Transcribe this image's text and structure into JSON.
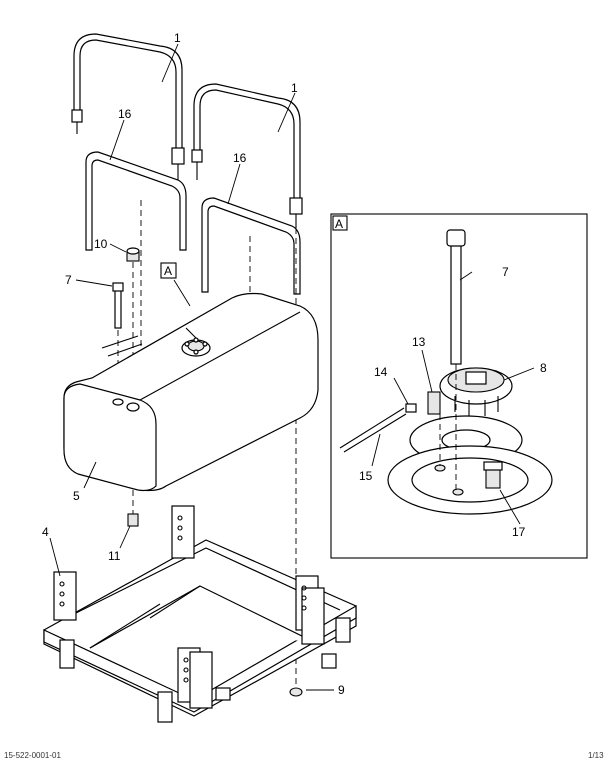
{
  "callouts": [
    {
      "id": "c1a",
      "text": "1"
    },
    {
      "id": "c1b",
      "text": "1"
    },
    {
      "id": "c16a",
      "text": "16"
    },
    {
      "id": "c16b",
      "text": "16"
    },
    {
      "id": "c10",
      "text": "10"
    },
    {
      "id": "c7",
      "text": "7"
    },
    {
      "id": "c5",
      "text": "5"
    },
    {
      "id": "c4",
      "text": "4"
    },
    {
      "id": "c11",
      "text": "11"
    },
    {
      "id": "c9",
      "text": "9"
    },
    {
      "id": "d7",
      "text": "7"
    },
    {
      "id": "d13",
      "text": "13"
    },
    {
      "id": "d14",
      "text": "14"
    },
    {
      "id": "d8",
      "text": "8"
    },
    {
      "id": "d15",
      "text": "15"
    },
    {
      "id": "d17",
      "text": "17"
    }
  ],
  "detail_reference": "A",
  "detail_box_label": "A",
  "footer": {
    "left_text": "15-522-0001-01",
    "right_text": "1/13"
  }
}
